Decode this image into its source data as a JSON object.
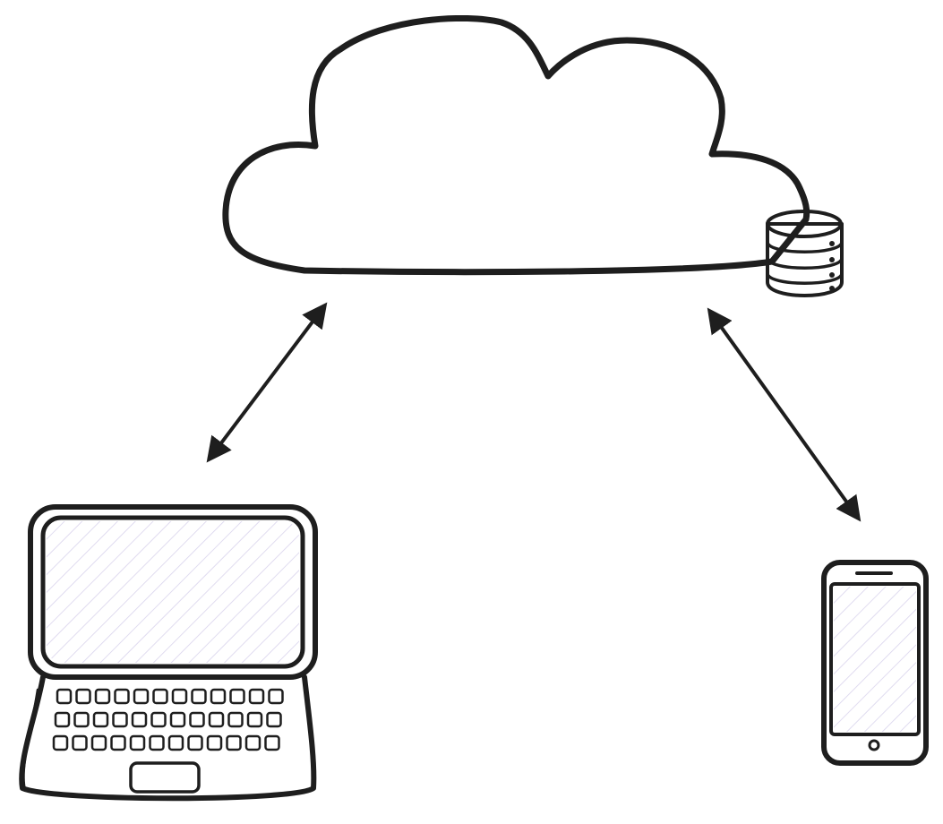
{
  "diagram": {
    "nodes": [
      {
        "id": "cloud",
        "icon": "cloud-icon"
      },
      {
        "id": "database",
        "icon": "database-icon"
      },
      {
        "id": "laptop",
        "icon": "laptop-icon"
      },
      {
        "id": "phone",
        "icon": "smartphone-icon"
      }
    ],
    "edges": [
      {
        "from": "laptop",
        "to": "cloud",
        "bidirectional": true
      },
      {
        "from": "phone",
        "to": "cloud",
        "bidirectional": true
      }
    ],
    "colors": {
      "ink": "#1e1e1e",
      "cloud_fill": "#f4f9fd",
      "screen_fill": "#f1f0f8",
      "hatch": "#d9d3ec",
      "database_fill": "#eceef0",
      "background": "#ffffff"
    }
  }
}
